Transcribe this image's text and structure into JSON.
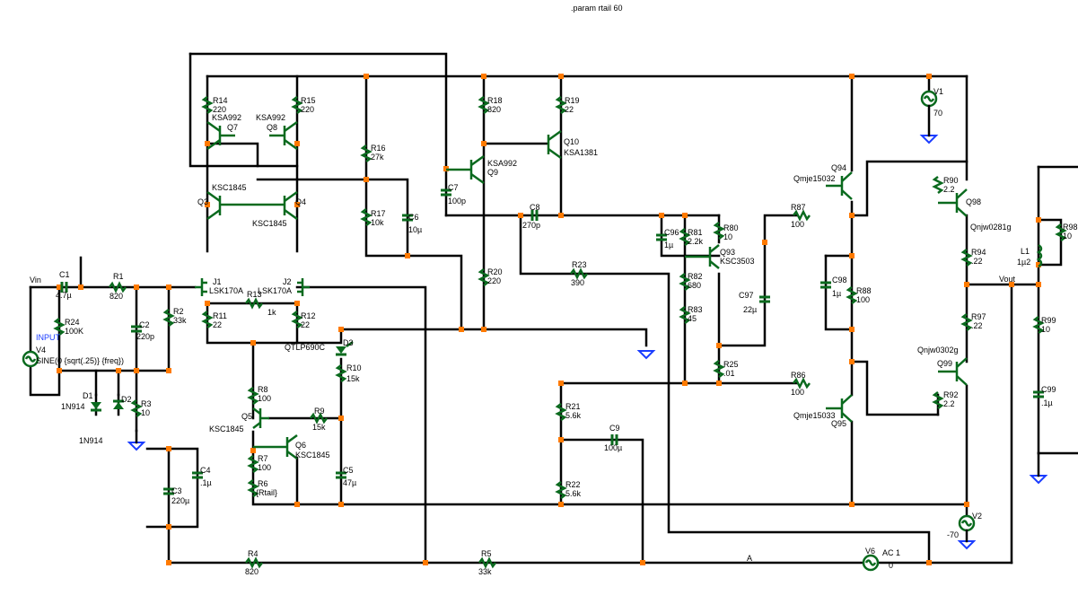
{
  "directive": ".param rtail 60",
  "nets": {
    "vin": "Vin",
    "vout": "Vout",
    "a": "A",
    "input": "INPUT"
  },
  "components": {
    "R1": {
      "name": "R1",
      "value": "820"
    },
    "R2": {
      "name": "R2",
      "value": "33k"
    },
    "R3": {
      "name": "R3",
      "value": "10"
    },
    "R4": {
      "name": "R4",
      "value": "820"
    },
    "R5": {
      "name": "R5",
      "value": "33k"
    },
    "R6": {
      "name": "R6",
      "value": "{Rtail}"
    },
    "R7": {
      "name": "R7",
      "value": "100"
    },
    "R8": {
      "name": "R8",
      "value": "100"
    },
    "R9": {
      "name": "R9",
      "value": "15k"
    },
    "R10": {
      "name": "R10",
      "value": "15k"
    },
    "R11": {
      "name": "R11",
      "value": "22"
    },
    "R12": {
      "name": "R12",
      "value": "22"
    },
    "R13": {
      "name": "R13",
      "value": "1k"
    },
    "R14": {
      "name": "R14",
      "value": "220"
    },
    "R15": {
      "name": "R15",
      "value": "220"
    },
    "R16": {
      "name": "R16",
      "value": "27k"
    },
    "R17": {
      "name": "R17",
      "value": "10k"
    },
    "R18": {
      "name": "R18",
      "value": "820"
    },
    "R19": {
      "name": "R19",
      "value": "22"
    },
    "R20": {
      "name": "R20",
      "value": "220"
    },
    "R21": {
      "name": "R21",
      "value": "5.6k"
    },
    "R22": {
      "name": "R22",
      "value": "5.6k"
    },
    "R23": {
      "name": "R23",
      "value": "390"
    },
    "R24": {
      "name": "R24",
      "value": "100K"
    },
    "R25": {
      "name": "R25",
      "value": ".01"
    },
    "R80": {
      "name": "R80",
      "value": "10"
    },
    "R81": {
      "name": "R81",
      "value": "2.2k"
    },
    "R82": {
      "name": "R82",
      "value": "680"
    },
    "R83": {
      "name": "R83",
      "value": "45"
    },
    "R86": {
      "name": "R86",
      "value": "100"
    },
    "R87": {
      "name": "R87",
      "value": "100"
    },
    "R88": {
      "name": "R88",
      "value": "100"
    },
    "R90": {
      "name": "R90",
      "value": "2.2"
    },
    "R92": {
      "name": "R92",
      "value": "2.2"
    },
    "R94": {
      "name": "R94",
      "value": ".22"
    },
    "R97": {
      "name": "R97",
      "value": ".22"
    },
    "R98": {
      "name": "R98",
      "value": "10"
    },
    "R99": {
      "name": "R99",
      "value": "10"
    },
    "C1": {
      "name": "C1",
      "value": "4.7µ"
    },
    "C2": {
      "name": "C2",
      "value": "220p"
    },
    "C3": {
      "name": "C3",
      "value": "220µ"
    },
    "C4": {
      "name": "C4",
      "value": ".1µ"
    },
    "C5": {
      "name": "C5",
      "value": "47µ"
    },
    "C6": {
      "name": "C6",
      "value": "10µ"
    },
    "C7": {
      "name": "C7",
      "value": "100p"
    },
    "C8": {
      "name": "C8",
      "value": "270p"
    },
    "C9": {
      "name": "C9",
      "value": "100µ"
    },
    "C96": {
      "name": "C96",
      "value": "1µ"
    },
    "C97": {
      "name": "C97",
      "value": "22µ"
    },
    "C98": {
      "name": "C98",
      "value": "1µ"
    },
    "C99": {
      "name": "C99",
      "value": ".1µ"
    },
    "L1": {
      "name": "L1",
      "value": "1µ2"
    },
    "D1": {
      "name": "D1",
      "value": "1N914"
    },
    "D2": {
      "name": "D2",
      "value": "1N914"
    },
    "D3": {
      "name": "D3",
      "value": "QTLP690C"
    },
    "Q3": {
      "name": "Q3",
      "value": "KSC1845"
    },
    "Q4": {
      "name": "Q4",
      "value": "KSC1845"
    },
    "Q5": {
      "name": "Q5",
      "value": "KSC1845"
    },
    "Q6": {
      "name": "Q6",
      "value": "KSC1845"
    },
    "Q7": {
      "name": "Q7",
      "value": "KSA992"
    },
    "Q8": {
      "name": "Q8",
      "value": "KSA992"
    },
    "Q9": {
      "name": "Q9",
      "value": "KSA992"
    },
    "Q10": {
      "name": "Q10",
      "value": "KSA1381"
    },
    "Q93": {
      "name": "Q93",
      "value": "KSC3503"
    },
    "Q94": {
      "name": "Q94",
      "value": "Qmje15032"
    },
    "Q95": {
      "name": "Q95",
      "value": "Qmje15033"
    },
    "Q98": {
      "name": "Q98",
      "value": "Qnjw0281g"
    },
    "Q99": {
      "name": "Q99",
      "value": "Qnjw0302g"
    },
    "J1": {
      "name": "J1",
      "value": "LSK170A"
    },
    "J2": {
      "name": "J2",
      "value": "LSK170A"
    },
    "V1": {
      "name": "V1",
      "value": "70"
    },
    "V2": {
      "name": "V2",
      "value": "-70"
    },
    "V4": {
      "name": "V4",
      "value": "SINE(0 {sqrt(.25)} {freq})"
    },
    "V6": {
      "name": "V6",
      "value": "AC 1",
      "value2": "0"
    }
  }
}
